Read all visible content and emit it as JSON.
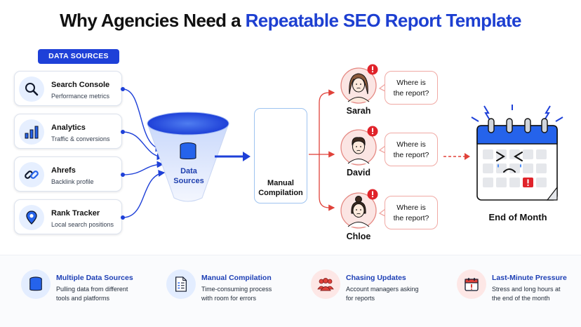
{
  "title": {
    "prefix": "Why Agencies Need a ",
    "highlight": "Repeatable SEO Report Template"
  },
  "data_sources_badge": "DATA SOURCES",
  "sources": [
    {
      "name": "Search Console",
      "sub": "Performance metrics",
      "icon": "magnifier-icon"
    },
    {
      "name": "Analytics",
      "sub": "Traffic & conversions",
      "icon": "bar-chart-icon"
    },
    {
      "name": "Ahrefs",
      "sub": "Backlink profile",
      "icon": "link-icon"
    },
    {
      "name": "Rank Tracker",
      "sub": "Local search positions",
      "icon": "location-pin-icon"
    }
  ],
  "funnel": {
    "line1": "Data",
    "line2": "Sources"
  },
  "manual": {
    "line1": "Manual",
    "line2": "Compilation"
  },
  "people": [
    {
      "name": "Sarah",
      "bubble_l1": "Where is",
      "bubble_l2": "the report?"
    },
    {
      "name": "David",
      "bubble_l1": "Where is",
      "bubble_l2": "the report?"
    },
    {
      "name": "Chloe",
      "bubble_l1": "Where is",
      "bubble_l2": "the report?"
    }
  ],
  "end_of_month": "End of Month",
  "info": [
    {
      "heading": "Multiple Data Sources",
      "l1": "Pulling data from different",
      "l2": "tools and platforms",
      "icon": "database-icon"
    },
    {
      "heading": "Manual Compilation",
      "l1": "Time-consuming process",
      "l2": "with room for errors",
      "icon": "document-icon"
    },
    {
      "heading": "Chasing Updates",
      "l1": "Account managers asking",
      "l2": "for reports",
      "icon": "people-icon"
    },
    {
      "heading": "Last-Minute Pressure",
      "l1": "Stress and long hours at",
      "l2": "the end of the month",
      "icon": "calendar-alert-icon"
    }
  ],
  "colors": {
    "accent_blue": "#1e40d8",
    "alert_red": "#e03b33",
    "title_blue": "#1d3fd1"
  }
}
